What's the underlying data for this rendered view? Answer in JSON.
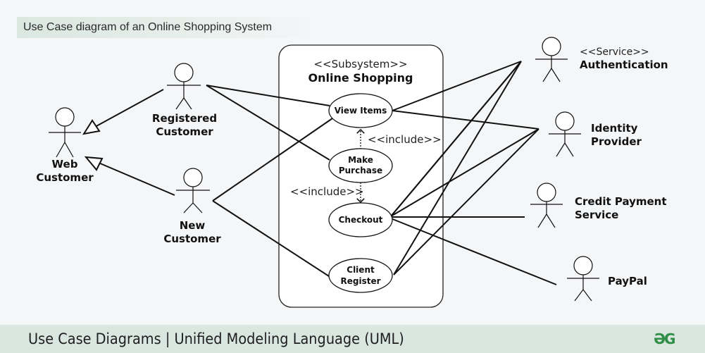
{
  "header": {
    "title": "Use Case diagram of an Online Shopping System"
  },
  "subsystem": {
    "stereotype": "<<Subsystem>>",
    "name": "Online Shopping"
  },
  "actors": {
    "web_customer": {
      "line1": "Web",
      "line2": "Customer"
    },
    "registered_customer": {
      "line1": "Registered",
      "line2": "Customer"
    },
    "new_customer": {
      "line1": "New",
      "line2": "Customer"
    },
    "authentication": {
      "stereotype": "<<Service>>",
      "name": "Authentication"
    },
    "identity_provider": {
      "line1": "Identity",
      "line2": "Provider"
    },
    "credit_payment": {
      "line1": "Credit Payment",
      "line2": "Service"
    },
    "paypal": {
      "name": "PayPal"
    }
  },
  "use_cases": {
    "view_items": {
      "line1": "View Items"
    },
    "make_purchase": {
      "line1": "Make",
      "line2": "Purchase"
    },
    "checkout": {
      "line1": "Checkout"
    },
    "client_register": {
      "line1": "Client",
      "line2": "Register"
    }
  },
  "relations": {
    "include_top": "<<include>>",
    "include_bottom": "<<include>>"
  },
  "footer": {
    "caption": "Use Case Diagrams | Unified Modeling Language (UML)",
    "logo": "ƏG"
  },
  "colors": {
    "footer_bg": "#d9e7e0",
    "logo": "#2f8d46",
    "title_bg": "#dbe7e1"
  }
}
